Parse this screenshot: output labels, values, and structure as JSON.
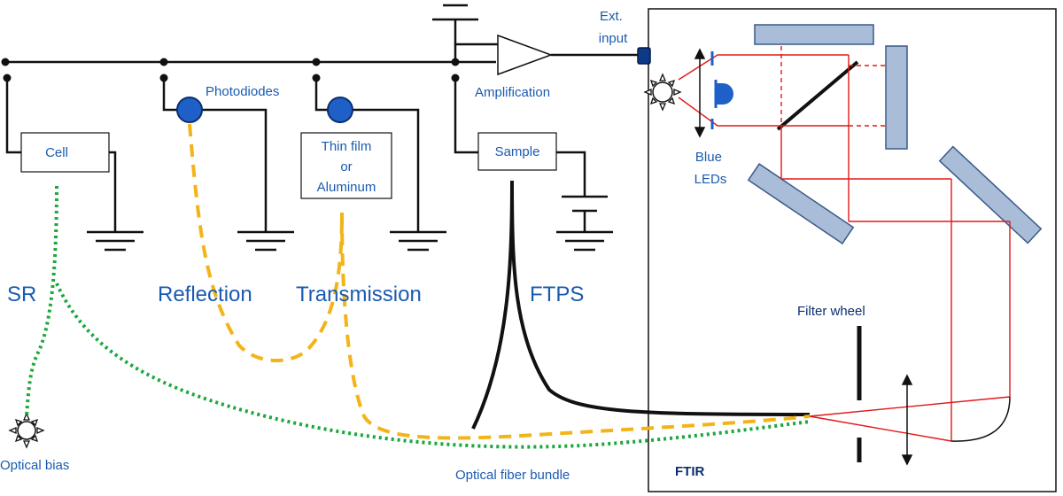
{
  "labels": {
    "ext_input_line1": "Ext.",
    "ext_input_line2": "input",
    "photodiodes": "Photodiodes",
    "amplification": "Amplification",
    "blue_leds_line1": "Blue",
    "blue_leds_line2": "LEDs",
    "cell": "Cell",
    "thin_film_line1": "Thin film",
    "thin_film_line2": "or",
    "thin_film_line3": "Aluminum",
    "sample": "Sample",
    "sr": "SR",
    "reflection": "Reflection",
    "transmission": "Transmission",
    "ftps": "FTPS",
    "filter_wheel": "Filter wheel",
    "optical_bias": "Optical bias",
    "optical_fiber_bundle": "Optical fiber bundle",
    "ftir": "FTIR"
  },
  "colors": {
    "wire": "#111111",
    "photodiode": "#1f5fc8",
    "label_blue": "#1a5bb0",
    "yellow_fiber": "#f2b418",
    "green_fiber": "#1aa83c",
    "black_fiber": "#111111",
    "beam_red": "#e01818",
    "mirror_fill": "#a9bcd8",
    "mirror_stroke": "#3a5a88",
    "led_blue": "#1f5fc8"
  },
  "icons": {
    "light_source": "sun-light-icon",
    "ground": "ground-symbol-icon",
    "battery": "battery-symbol-icon",
    "amplifier": "amplifier-triangle-icon",
    "photodiode": "photodiode-circle-icon"
  }
}
